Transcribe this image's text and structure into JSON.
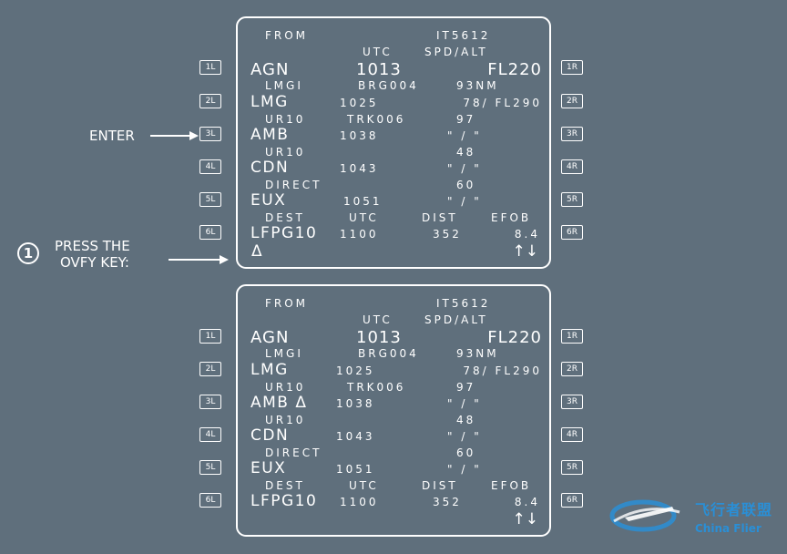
{
  "annotations": {
    "enter_label": "ENTER",
    "step_number": "1",
    "press_line1": "PRESS THE",
    "press_line2": "OVFY KEY:"
  },
  "lsk_left": [
    "1L",
    "2L",
    "3L",
    "4L",
    "5L",
    "6L"
  ],
  "lsk_right": [
    "1R",
    "2R",
    "3R",
    "4R",
    "5R",
    "6R"
  ],
  "mcdu_top": {
    "from": "FROM",
    "flight": "IT5612",
    "utc_header": "UTC",
    "spdalt_header": "SPD/ALT",
    "rows": [
      {
        "ident": "AGN",
        "time": "1013",
        "alt": "FL220"
      },
      {
        "sub_left": "LMGI",
        "sub_mid": "BRG004",
        "sub_right": "93NM",
        "ident": "LMG",
        "time": "1025",
        "alt": "78/ FL290"
      },
      {
        "sub_left": "UR10",
        "sub_mid": "TRK006",
        "sub_right": "97",
        "ident": "AMB",
        "time": "1038",
        "alt": "\" / \""
      },
      {
        "sub_left": "UR10",
        "sub_right": "48",
        "ident": "CDN",
        "time": "1043",
        "alt": "\" / \""
      },
      {
        "sub_left": "DIRECT",
        "sub_right": "60",
        "ident": "EUX",
        "time": "1051",
        "alt": "\" / \""
      }
    ],
    "dest_row": {
      "dest": "DEST",
      "utc": "UTC",
      "dist": "DIST",
      "efob": "EFOB",
      "ident": "LFPG10",
      "time": "1100",
      "dist_val": "352",
      "efob_val": "8.4"
    },
    "ovfy_symbol": "Δ",
    "scroll_arrows": "↑↓"
  },
  "mcdu_bottom": {
    "from": "FROM",
    "flight": "IT5612",
    "utc_header": "UTC",
    "spdalt_header": "SPD/ALT",
    "rows": [
      {
        "ident": "AGN",
        "time": "1013",
        "alt": "FL220"
      },
      {
        "sub_left": "LMGI",
        "sub_mid": "BRG004",
        "sub_right": "93NM",
        "ident": "LMG",
        "time": "1025",
        "alt": "78/ FL290"
      },
      {
        "sub_left": "UR10",
        "sub_mid": "TRK006",
        "sub_right": "97",
        "ident": "AMB Δ",
        "time": "1038",
        "alt": "\" / \""
      },
      {
        "sub_left": "UR10",
        "sub_right": "48",
        "ident": "CDN",
        "time": "1043",
        "alt": "\" / \""
      },
      {
        "sub_left": "DIRECT",
        "sub_right": "60",
        "ident": "EUX",
        "time": "1051",
        "alt": "\" / \""
      }
    ],
    "dest_row": {
      "dest": "DEST",
      "utc": "UTC",
      "dist": "DIST",
      "efob": "EFOB",
      "ident": "LFPG10",
      "time": "1100",
      "dist_val": "352",
      "efob_val": "8.4"
    },
    "scroll_arrows": "↑↓"
  },
  "watermark": {
    "cn_text": "飞行者联盟",
    "en_text": "China Flier",
    "color": "#2a8fd6"
  }
}
